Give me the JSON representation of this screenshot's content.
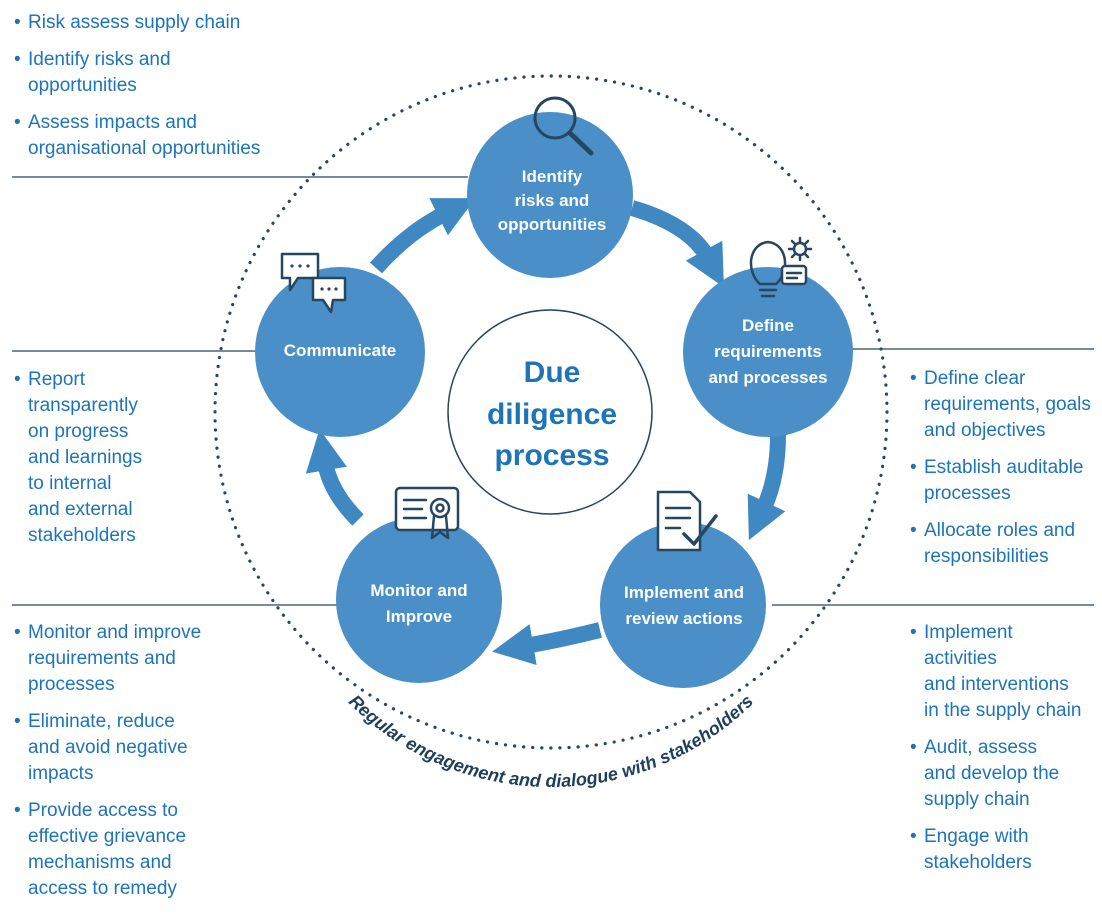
{
  "center": {
    "lines": [
      "Due",
      "diligence",
      "process"
    ]
  },
  "nodes": {
    "identify": [
      "Identify",
      "risks and",
      "opportunities"
    ],
    "define": [
      "Define",
      "requirements",
      "and processes"
    ],
    "implement": [
      "Implement and",
      "review actions"
    ],
    "monitor": [
      "Monitor and",
      "Improve"
    ],
    "communicate": [
      "Communicate"
    ]
  },
  "ring_text": "Regular engagement and dialogue with stakeholders",
  "lists": {
    "top_left": [
      "Risk assess supply chain",
      "Identify risks and\nopportunities",
      "Assess impacts and\norganisational opportunities"
    ],
    "mid_left": [
      "Report\ntransparently\non progress\nand learnings\nto internal\nand external\nstakeholders"
    ],
    "bottom_left": [
      "Monitor and improve\nrequirements and\nprocesses",
      "Eliminate, reduce\nand avoid negative\nimpacts",
      "Provide access to\neffective grievance\nmechanisms and\naccess to remedy"
    ],
    "mid_right": [
      "Define clear\nrequirements, goals\nand objectives",
      "Establish auditable\nprocesses",
      "Allocate roles and\nresponsibilities"
    ],
    "bottom_right": [
      "Implement\nactivities\nand interventions\nin the supply chain",
      "Audit, assess\nand develop the\nsupply chain",
      "Engage with\nstakeholders"
    ]
  },
  "colors": {
    "node_fill": "#4a8fc7",
    "arrow": "#3f88c2",
    "text_blue": "#1d74b8",
    "line": "#27465f",
    "dots": "#27465f"
  }
}
